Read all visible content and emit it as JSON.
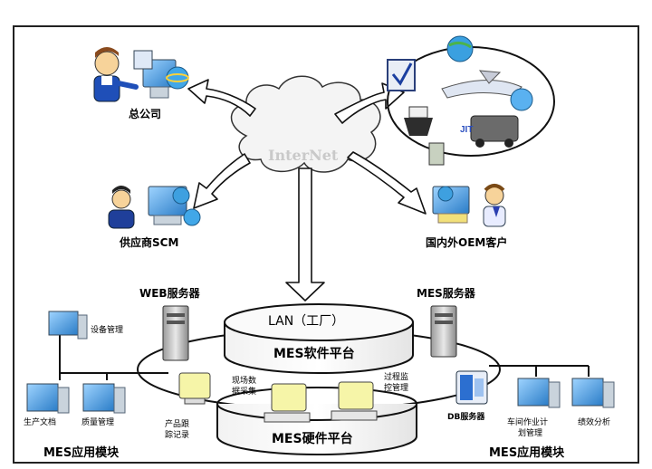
{
  "cloud": {
    "label": "InterNet"
  },
  "nodes": {
    "head_office": "总公司",
    "supplier": "供应商SCM",
    "oem": "国内外OEM客户",
    "web_server": "WEB服务器",
    "mes_server": "MES服务器",
    "db_server": "DB服务器"
  },
  "platform": {
    "lan": "LAN（工厂）",
    "software": "MES软件平台",
    "hardware": "MES硬件平台"
  },
  "modules_left": {
    "title": "MES应用模块",
    "equipment": "设备管理",
    "production_docs": "生产文档",
    "quality": "质量管理"
  },
  "modules_right": {
    "title": "MES应用模块",
    "workshop_line1": "车间作业计",
    "workshop_line2": "划管理",
    "performance": "绩效分析"
  },
  "terminals": {
    "field_line1": "现场数",
    "field_line2": "据采集",
    "process_line1": "过程监",
    "process_line2": "控管理",
    "tracking_line1": "产品跟",
    "tracking_line2": "踪记录"
  },
  "colors": {
    "arrow_fill": "#ffffff",
    "stroke": "#111111",
    "screen": "#3b8fd6",
    "terminal": "#f6f5a8"
  }
}
